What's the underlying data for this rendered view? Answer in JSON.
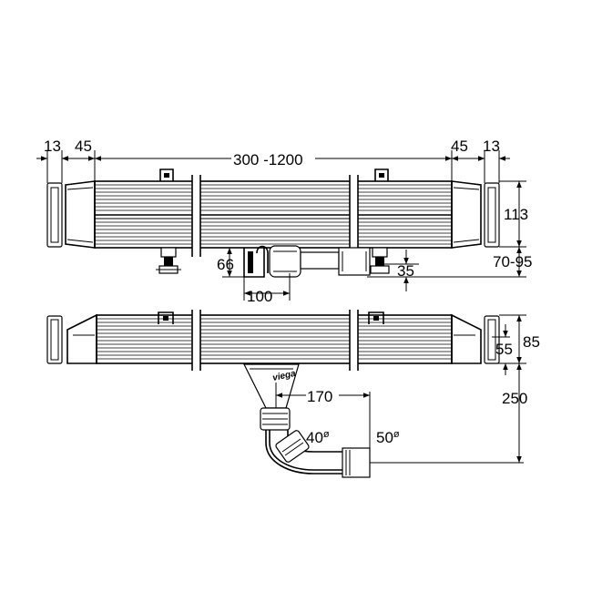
{
  "labels": {
    "end_cap_left": "13",
    "flange_left": "45",
    "length_range": "300 -1200",
    "flange_right": "45",
    "end_cap_right": "13",
    "channel_height": "113",
    "adjust_height": "70-95",
    "outlet_height": "66",
    "outlet_offset": "100",
    "foot_height": "35",
    "profile_height": "85",
    "water_seal": "55",
    "outlet_depth": "250",
    "outlet_horizontal": "170",
    "pipe_40": "40",
    "pipe_50": "50",
    "diameter_symbol": "ø",
    "brand": "viega"
  }
}
